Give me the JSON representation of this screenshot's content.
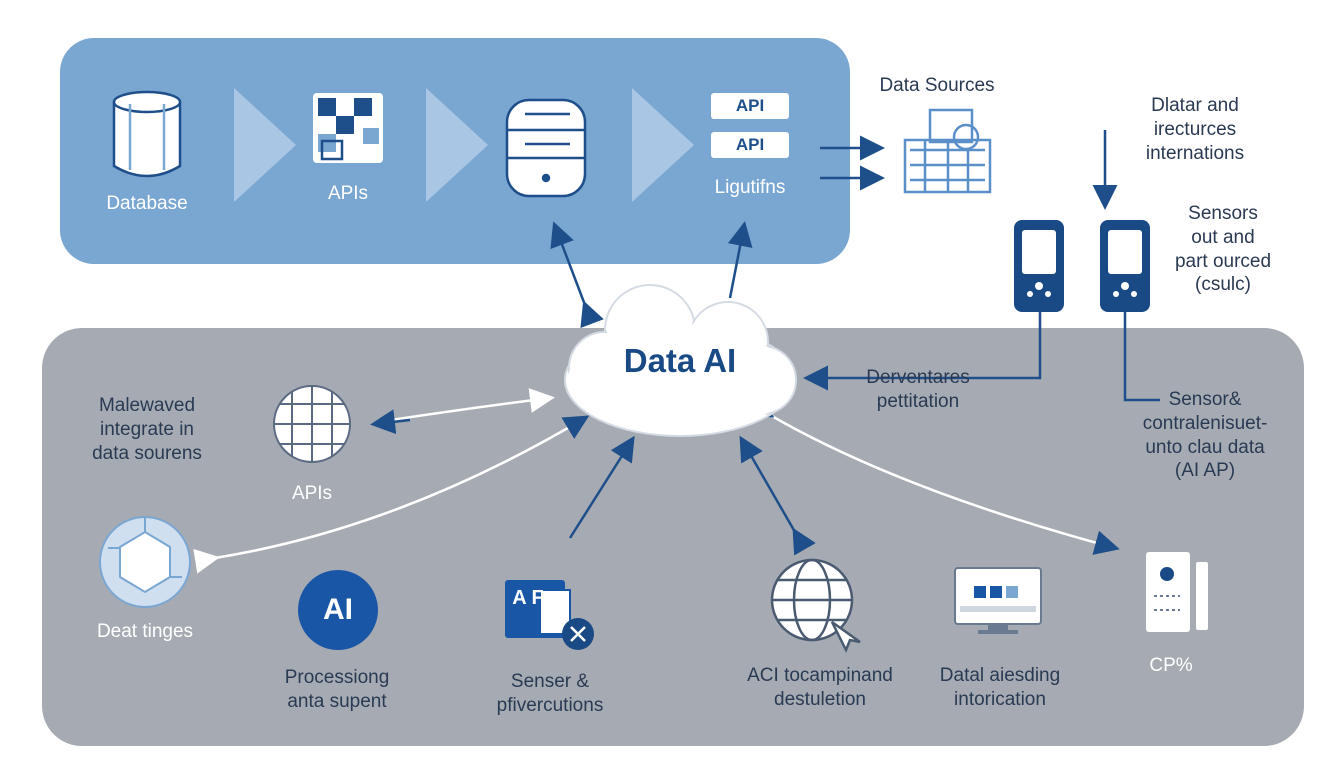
{
  "top": {
    "database_label": "Database",
    "apis_label": "APIs",
    "api_pill_1": "API",
    "api_pill_2": "API",
    "ligutifns_label": "Ligutifns"
  },
  "right": {
    "data_sources_label": "Data Sources",
    "dlatar_label": "Dlatar and\nirecturces\ninternations",
    "sensors_label": "Sensors\nout and\npart ourced\n(csulc)",
    "sensor_contral_label": "Sensor&\ncontralenisuet-\nunto clau data\n(AI AP)"
  },
  "center": {
    "cloud_title": "Data AI",
    "derventares_label": "Derventares\npettitation"
  },
  "bottom": {
    "malewaved_label": "Malewaved\nintegrate in\ndata sourens",
    "apis_label": "APIs",
    "deat_tinges_label": "Deat tinges",
    "ai_circle_text": "AI",
    "processing_label": "Processiong\nanta supent",
    "senser_label": "Senser &\npfivercutions",
    "aci_label": "ACI tocampinand\ndestuletion",
    "datal_label": "Datal aiesding\nintorication",
    "cp_label": "CP%",
    "af_icon_text": "A F"
  },
  "colors": {
    "top_panel": "#7aa6d2",
    "bottom_panel": "#a6abb3",
    "accent_blue": "#1a56a6",
    "dark_blue": "#1a4a85"
  }
}
